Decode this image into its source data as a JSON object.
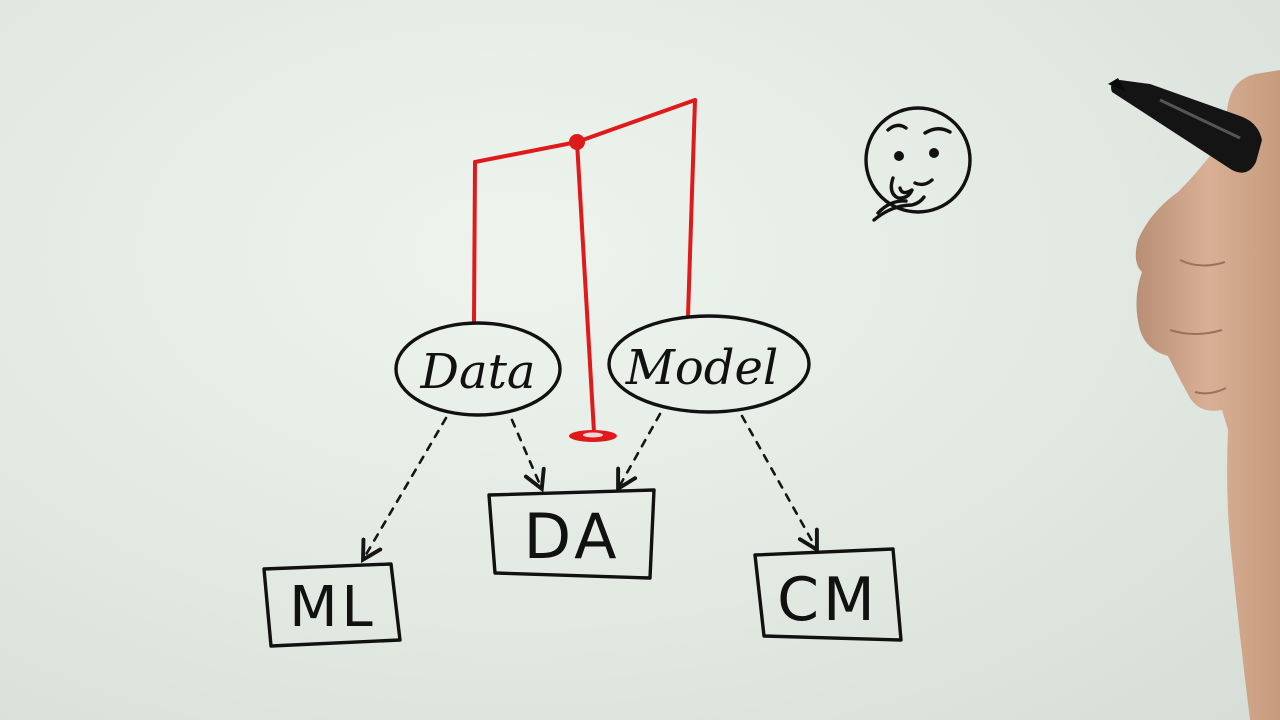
{
  "diagram": {
    "nodes": {
      "data": {
        "label": "Data"
      },
      "model": {
        "label": "Model"
      }
    },
    "outputs": {
      "ml": {
        "label": "ML"
      },
      "da": {
        "label": "DA"
      },
      "cm": {
        "label": "CM"
      }
    },
    "edges": [
      {
        "from": "data",
        "to": "ml",
        "style": "dashed-arrow"
      },
      {
        "from": "data",
        "to": "da",
        "style": "dashed-arrow"
      },
      {
        "from": "model",
        "to": "da",
        "style": "dashed-arrow"
      },
      {
        "from": "model",
        "to": "cm",
        "style": "dashed-arrow"
      }
    ],
    "balance": {
      "color": "#e01a1a",
      "links": [
        "data",
        "model"
      ]
    },
    "icons": {
      "thinking_face": "thinking-face-icon",
      "hand_with_marker": "hand-marker-icon"
    }
  },
  "colors": {
    "ink": "#111111",
    "balance": "#e01a1a",
    "paper": "#e4ebe4"
  }
}
